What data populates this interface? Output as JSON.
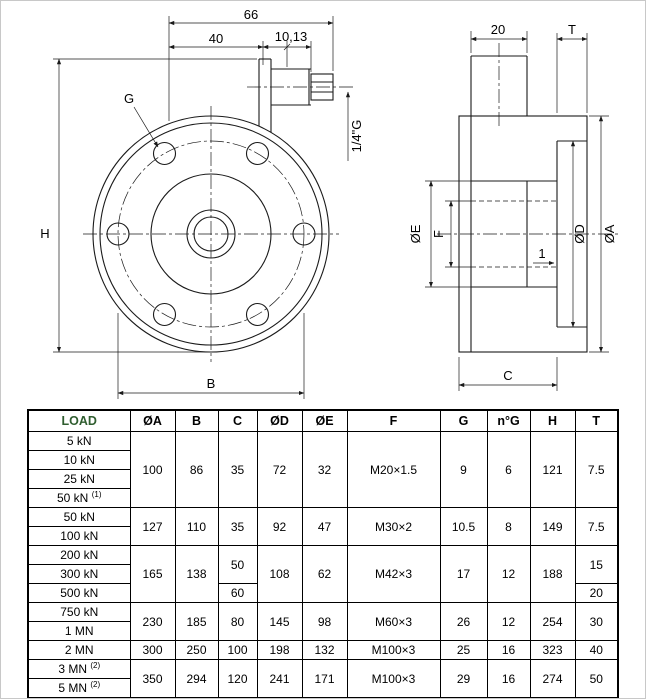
{
  "colors": {
    "load_header_bg": "#cdeacd",
    "line": "#1a1a1a"
  },
  "drawing": {
    "front": {
      "dim_total": "66",
      "dim_body": "40",
      "dim_steps": "10,13",
      "hole_label": "G",
      "height_label": "H",
      "bolt_circle_label": "B",
      "thread_label": "1/4\"G"
    },
    "side": {
      "dim_stub": "20",
      "plate_label": "T",
      "boss_dia": "ØE",
      "thread_dia": "F",
      "recess_dia": "ØD",
      "outer_dia": "ØA",
      "step": "1",
      "depth_label": "C"
    }
  },
  "table": {
    "headers": {
      "load": "LOAD",
      "a": "ØA",
      "b": "B",
      "c": "C",
      "d": "ØD",
      "e": "ØE",
      "f": "F",
      "g": "G",
      "ng": "n°G",
      "h": "H",
      "t": "T"
    },
    "g0": {
      "r0": "5 kN",
      "r1": "10 kN",
      "r2": "25 kN",
      "r3": "50 kN",
      "r3s": "(1)",
      "a": "100",
      "b": "86",
      "c": "35",
      "d": "72",
      "e": "32",
      "f": "M20×1.5",
      "g": "9",
      "ng": "6",
      "h": "121",
      "t": "7.5"
    },
    "g1": {
      "r0": "50 kN",
      "r1": "100 kN",
      "a": "127",
      "b": "110",
      "c": "35",
      "d": "92",
      "e": "47",
      "f": "M30×2",
      "g": "10.5",
      "ng": "8",
      "h": "149",
      "t": "7.5"
    },
    "g2": {
      "r0": "200 kN",
      "r1": "300 kN",
      "r2": "500 kN",
      "a": "165",
      "b": "138",
      "c01": "50",
      "c2": "60",
      "d": "108",
      "e": "62",
      "f": "M42×3",
      "g": "17",
      "ng": "12",
      "h": "188",
      "t01": "15",
      "t2": "20"
    },
    "g3": {
      "r0": "750 kN",
      "r1": "1 MN",
      "a": "230",
      "b": "185",
      "c": "80",
      "d": "145",
      "e": "98",
      "f": "M60×3",
      "g": "26",
      "ng": "12",
      "h": "254",
      "t": "30"
    },
    "g4": {
      "r0": "2 MN",
      "a": "300",
      "b": "250",
      "c": "100",
      "d": "198",
      "e": "132",
      "f": "M100×3",
      "g": "25",
      "ng": "16",
      "h": "323",
      "t": "40"
    },
    "g5": {
      "r0": "3 MN",
      "r0s": "(2)",
      "r1": "5 MN",
      "r1s": "(2)",
      "a": "350",
      "b": "294",
      "c": "120",
      "d": "241",
      "e": "171",
      "f": "M100×3",
      "g": "29",
      "ng": "16",
      "h": "274",
      "t": "50"
    }
  }
}
